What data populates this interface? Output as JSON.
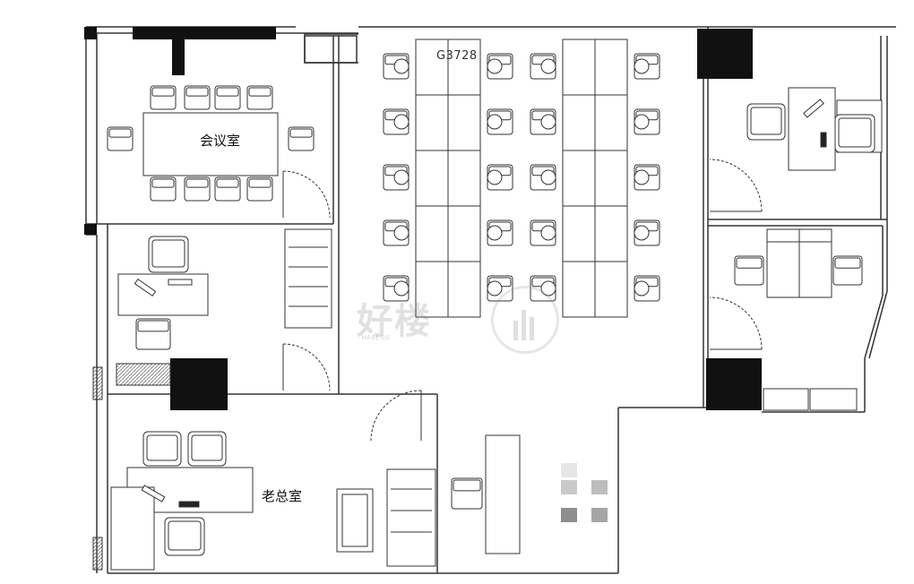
{
  "labels": {
    "meeting_room": "会议室",
    "boss_office": "老总室",
    "plan_code": "G3728"
  },
  "watermark": {
    "brand": "好楼",
    "sub": "HAOLOU"
  }
}
